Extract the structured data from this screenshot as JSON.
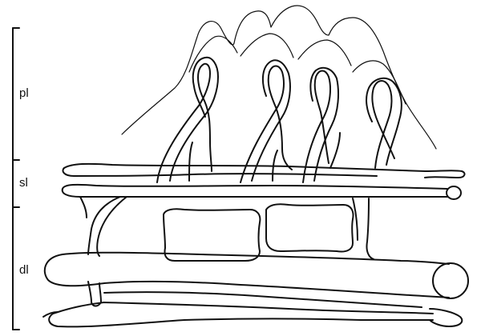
{
  "labels": {
    "pl": "pl",
    "sl": "sl",
    "dl": "dl"
  }
}
